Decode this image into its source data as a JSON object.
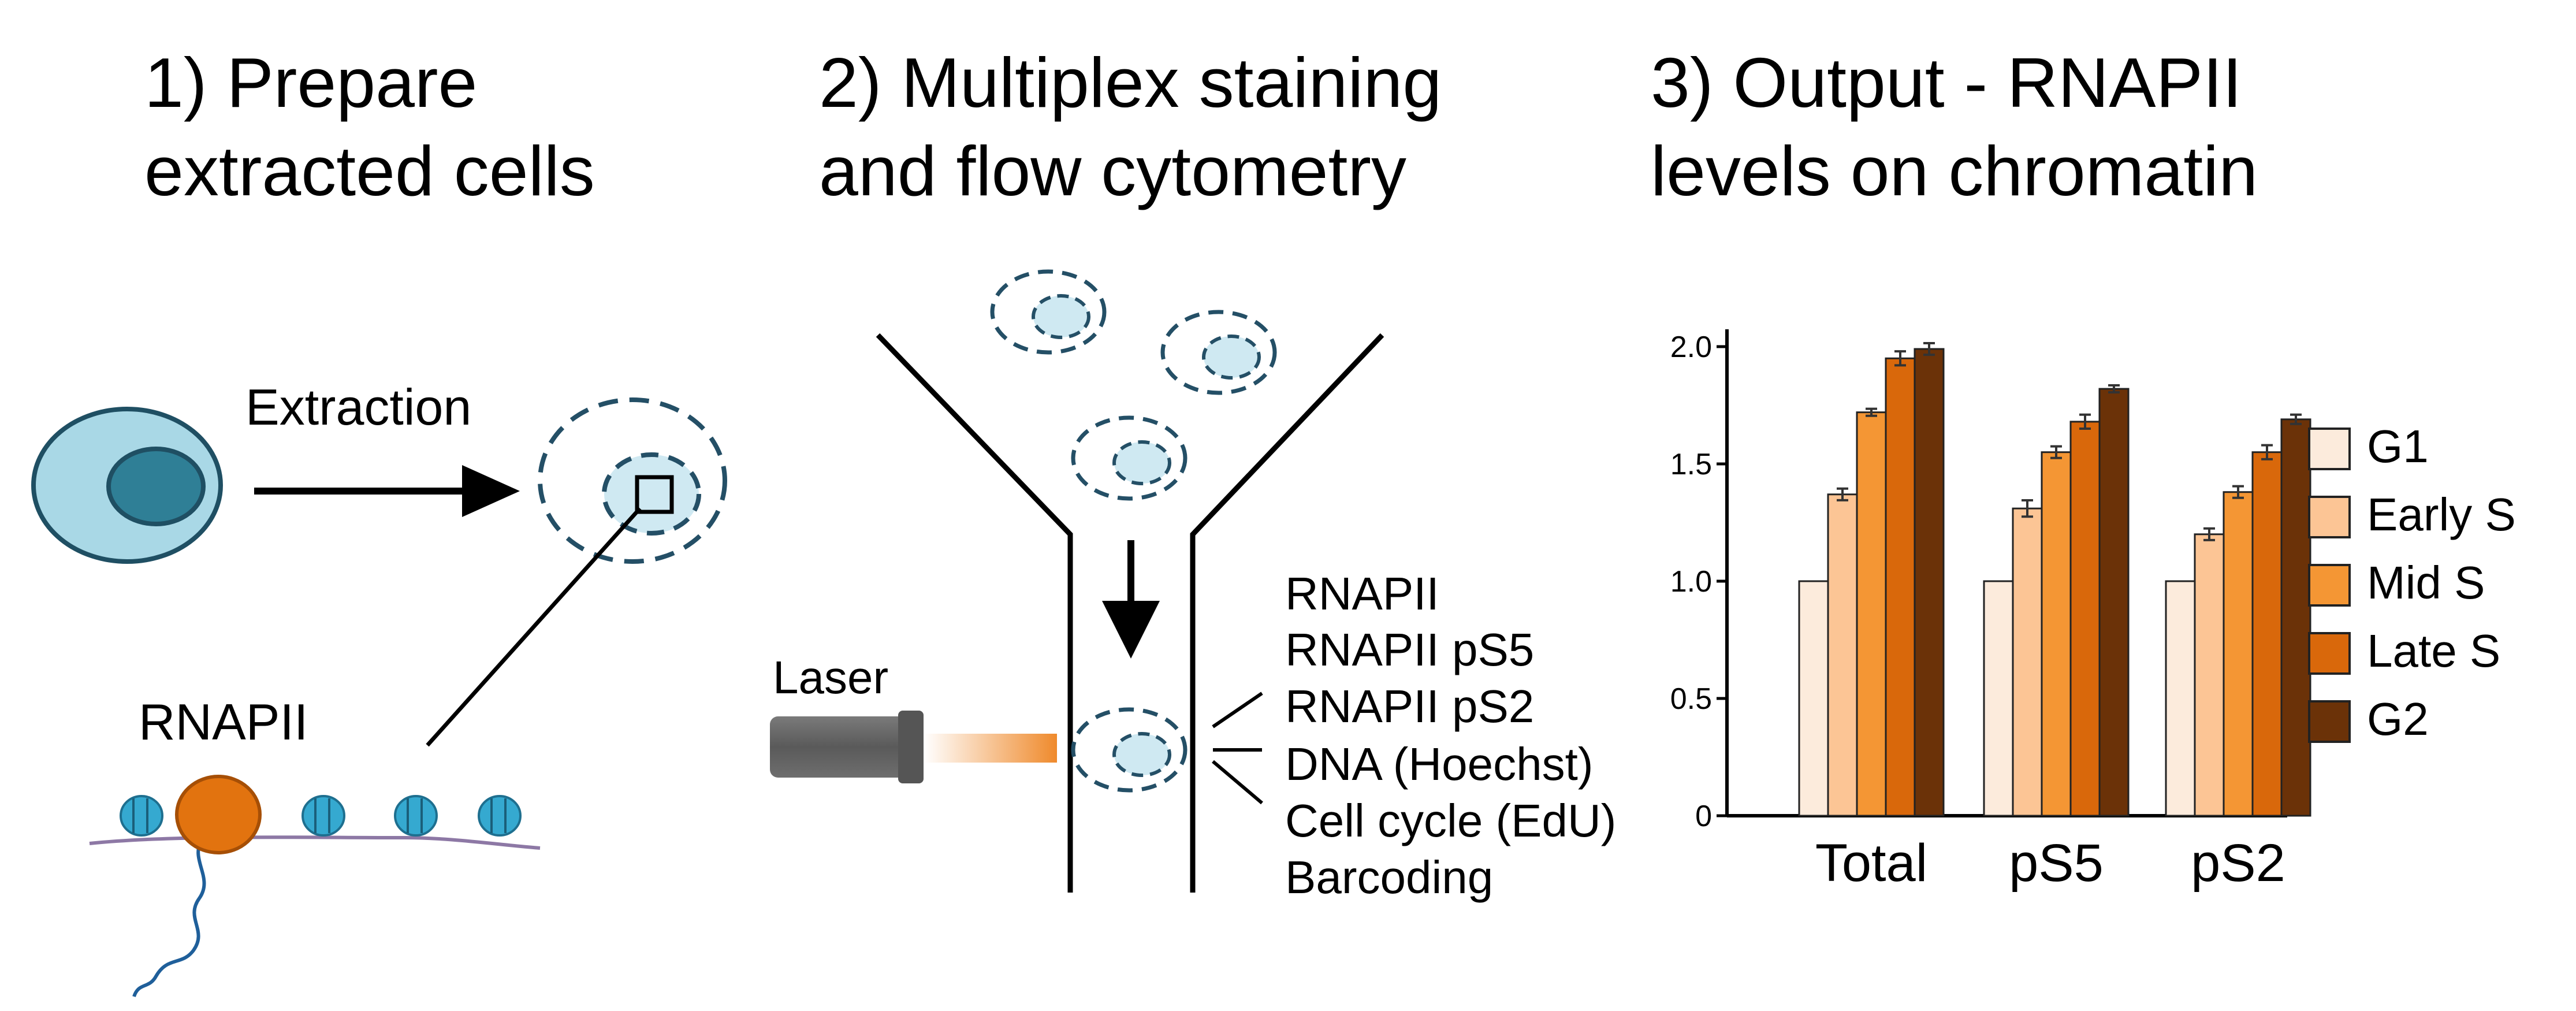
{
  "panels": {
    "prepare": {
      "title_line1": "1) Prepare",
      "title_line2": "extracted cells",
      "extraction_label": "Extraction",
      "rnapii_label": "RNAPII"
    },
    "staining": {
      "title_line1": "2) Multiplex staining",
      "title_line2": "and flow cytometry",
      "laser_label": "Laser",
      "markers": [
        "RNAPII",
        "RNAPII pS5",
        "RNAPII pS2",
        "DNA (Hoechst)",
        "Cell cycle (EdU)",
        "Barcoding"
      ]
    },
    "output": {
      "title_line1": "3) Output - RNAPII",
      "title_line2": "levels on chromatin"
    }
  },
  "colors": {
    "cell_fill": "#a9d8e6",
    "nucleus_fill": "#2f7f96",
    "outline_dark": "#1f4f63",
    "dashed": "#244f66",
    "nucleosome": "#35a9d0",
    "rnapii_body": "#e2730f",
    "laser_beam": "#ef8a2c",
    "laser_body": "#666666",
    "error_bar": "#333333"
  },
  "chart_data": {
    "type": "bar",
    "categories": [
      "Total",
      "pS5",
      "pS2"
    ],
    "ylim": [
      0,
      2.0
    ],
    "yticks": [
      "0",
      "0.5",
      "1.0",
      "1.5",
      "2.0"
    ],
    "legend_position": "right",
    "series": [
      {
        "name": "G1",
        "color": "#fcebdc",
        "values": [
          1.0,
          1.0,
          1.0
        ],
        "errors": [
          0.0,
          0.0,
          0.0
        ]
      },
      {
        "name": "Early S",
        "color": "#fcc595",
        "values": [
          1.37,
          1.31,
          1.2
        ],
        "errors": [
          0.015,
          0.025,
          0.015
        ]
      },
      {
        "name": "Mid S",
        "color": "#f49634",
        "values": [
          1.72,
          1.55,
          1.38
        ],
        "errors": [
          0.005,
          0.015,
          0.015
        ]
      },
      {
        "name": "Late S",
        "color": "#d9680b",
        "values": [
          1.95,
          1.68,
          1.55
        ],
        "errors": [
          0.02,
          0.02,
          0.02
        ]
      },
      {
        "name": "G2",
        "color": "#6b3208",
        "values": [
          1.99,
          1.82,
          1.69
        ],
        "errors": [
          0.015,
          0.005,
          0.01
        ]
      }
    ]
  }
}
